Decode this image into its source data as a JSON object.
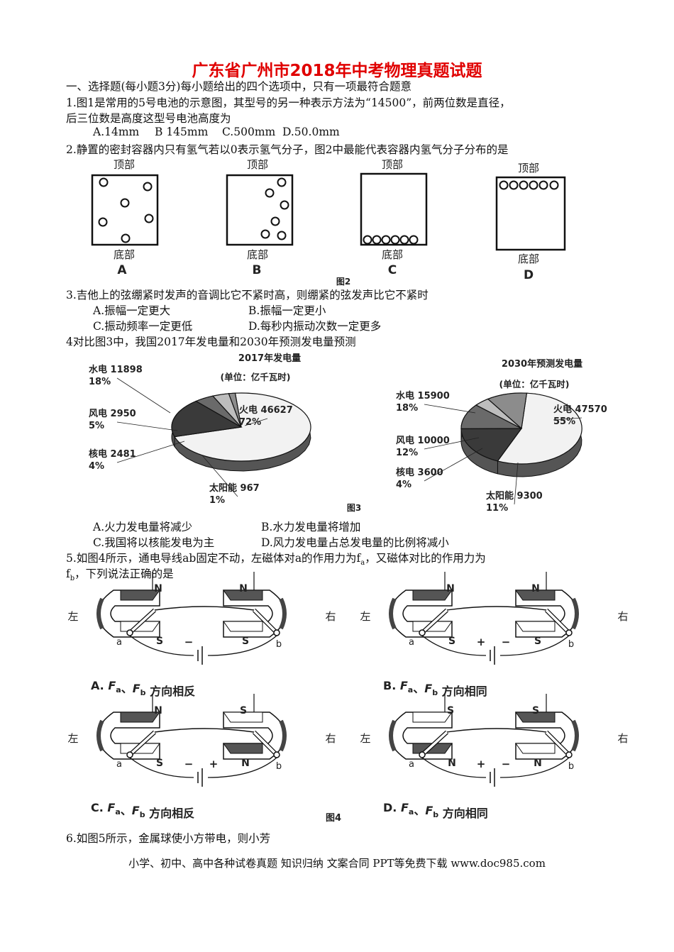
{
  "title": "广东省广州市2018年中考物理真题试题",
  "section1": "一、选择题(每小题3分)每小题给出的四个选项中，只有一项最符合题意",
  "q1": {
    "line1": "1.图1是常用的5号电池的示意图，其型号的另一种表示方法为“14500”，前两位数是直径，",
    "line2": "后三位数是高度这型号电池高度为",
    "options": [
      "A.14mm",
      "B 145mm",
      "C.500mm",
      "D.50.0mm"
    ]
  },
  "q2": {
    "text": "2.静置的密封容器内只有氢气若以0表示氢气分子，图2中最能代表容器内氢气分子分布的是",
    "top_label": "顶部",
    "bottom_label": "底部",
    "letters": [
      "A",
      "B",
      "C",
      "D"
    ],
    "caption": "图2"
  },
  "q3": {
    "text": "3.吉他上的弦绷紧时发声的音调比它不紧时高，则绷紧的弦发声比它不紧时",
    "options": [
      "A.振幅一定更大",
      "B.振幅一定更小",
      "C.振动频率一定更低",
      "D.每秒内振动次数一定更多"
    ]
  },
  "q4": {
    "text": "4对比图3中，我国2017年发电量和2030年预测发电量预测",
    "caption": "图3",
    "options": [
      "A.火力发电量将减少",
      "B.水力发电量将增加",
      "C.我国将以核能发电为主",
      "D.风力发电量占总发电量的比例将减小"
    ]
  },
  "chart_data": [
    {
      "type": "pie",
      "title": "2017年发电量",
      "subtitle": "(单位：亿千瓦时)",
      "categories": [
        "火电",
        "水电",
        "风电",
        "核电",
        "太阳能"
      ],
      "values": [
        46627,
        11898,
        2950,
        2481,
        967
      ],
      "percent_labels": [
        "72%",
        "18%",
        "5%",
        "4%",
        "1%"
      ]
    },
    {
      "type": "pie",
      "title": "2030年预测发电量",
      "subtitle": "(单位：亿千瓦时)",
      "categories": [
        "火电",
        "水电",
        "风电",
        "核电",
        "太阳能"
      ],
      "values": [
        47570,
        15900,
        10000,
        3600,
        9300
      ],
      "percent_labels": [
        "55%",
        "18%",
        "12%",
        "4%",
        "11%"
      ]
    }
  ],
  "q5": {
    "line1": "5.如图4所示，通电导线ab固定不动，左磁体对a的作用力为f",
    "sub_a": "a",
    "line1b": "，又磁体对比的作用力为",
    "line2a": "f",
    "sub_b": "b",
    "line2b": "，下列说法正确的是",
    "caption": "图4",
    "left": "左",
    "right": "右",
    "end_a": "a",
    "end_b": "b",
    "pole_n": "N",
    "pole_s": "S",
    "plus": "+",
    "minus": "−",
    "F": "F",
    "sa": "a",
    "sb": "b",
    "sep": "、",
    "options": [
      {
        "letter": "A.",
        "dir": "方向相反"
      },
      {
        "letter": "B.",
        "dir": "方向相同"
      },
      {
        "letter": "C.",
        "dir": "方向相反"
      },
      {
        "letter": "D.",
        "dir": "方向相同"
      }
    ]
  },
  "q6": {
    "text": "6.如图5所示，金属球使小方带电，则小芳"
  },
  "footer": "小学、初中、高中各种试卷真题 知识归纳 文案合同 PPT等免费下载  www.doc985.com"
}
